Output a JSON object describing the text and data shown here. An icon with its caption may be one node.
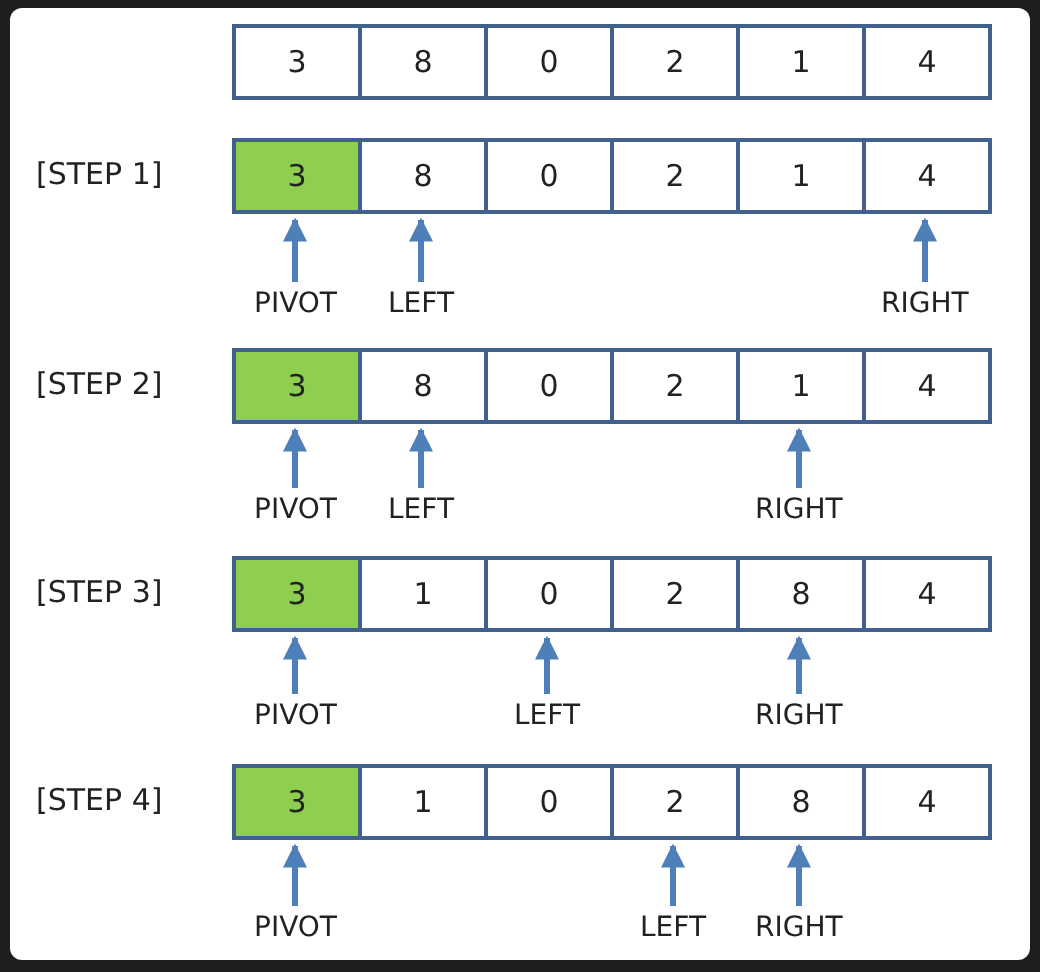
{
  "diagram": {
    "nodes": [
      {
        "text": [
          "3"
        ]
      },
      {
        "text": [
          "8"
        ]
      },
      {
        "text": [
          "0"
        ]
      },
      {
        "text": [
          "2"
        ]
      },
      {
        "text": [
          "1"
        ]
      },
      {
        "text": [
          "4"
        ]
      },
      {
        "text": [
          "3"
        ]
      },
      {
        "text": [
          "8"
        ]
      },
      {
        "text": [
          "0"
        ]
      },
      {
        "text": [
          "2"
        ]
      },
      {
        "text": [
          "1"
        ]
      },
      {
        "text": [
          "4"
        ]
      },
      {
        "text": [
          "PIVOT"
        ]
      },
      {
        "text": [
          "LEFT"
        ]
      },
      {
        "text": [
          "RIGHT"
        ]
      },
      {
        "text": [
          "3"
        ]
      },
      {
        "text": [
          "8"
        ]
      },
      {
        "text": [
          "0"
        ]
      },
      {
        "text": [
          "2"
        ]
      },
      {
        "text": [
          "1"
        ]
      },
      {
        "text": [
          "4"
        ]
      },
      {
        "text": [
          "PIVOT"
        ]
      },
      {
        "text": [
          "LEFT"
        ]
      },
      {
        "text": [
          "RIGHT"
        ]
      },
      {
        "text": [
          "3"
        ]
      },
      {
        "text": [
          "1"
        ]
      },
      {
        "text": [
          "0"
        ]
      },
      {
        "text": [
          "2"
        ]
      },
      {
        "text": [
          "8"
        ]
      },
      {
        "text": [
          "4"
        ]
      },
      {
        "text": [
          "PIVOT"
        ]
      },
      {
        "text": [
          "LEFT"
        ]
      },
      {
        "text": [
          "RIGHT"
        ]
      },
      {
        "text": [
          "3"
        ]
      },
      {
        "text": [
          "1"
        ]
      },
      {
        "text": [
          "0"
        ]
      },
      {
        "text": [
          "2"
        ]
      },
      {
        "text": [
          "8"
        ]
      },
      {
        "text": [
          "4"
        ]
      },
      {
        "text": [
          "PIVOT"
        ]
      },
      {
        "text": [
          "LEFT"
        ]
      },
      {
        "text": [
          "RIGHT"
        ]
      }
    ],
    "edges": [
      {
        "from": 12,
        "to": 6,
        "arrow": "to"
      },
      {
        "from": 13,
        "to": 7,
        "arrow": "to"
      },
      {
        "from": 14,
        "to": 11,
        "arrow": "to"
      },
      {
        "from": 21,
        "to": 15,
        "arrow": "to"
      },
      {
        "from": 22,
        "to": 16,
        "arrow": "to"
      },
      {
        "from": 23,
        "to": 19,
        "arrow": "to"
      },
      {
        "from": 30,
        "to": 24,
        "arrow": "to"
      },
      {
        "from": 31,
        "to": 26,
        "arrow": "to"
      },
      {
        "from": 32,
        "to": 28,
        "arrow": "to"
      },
      {
        "from": 39,
        "to": 33,
        "arrow": "to"
      },
      {
        "from": 40,
        "to": 36,
        "arrow": "to"
      },
      {
        "from": 41,
        "to": 37,
        "arrow": "to"
      }
    ],
    "labels": [
      "[STEP 1]",
      "[STEP 2]",
      "[STEP 3]",
      "[STEP 4]"
    ]
  }
}
